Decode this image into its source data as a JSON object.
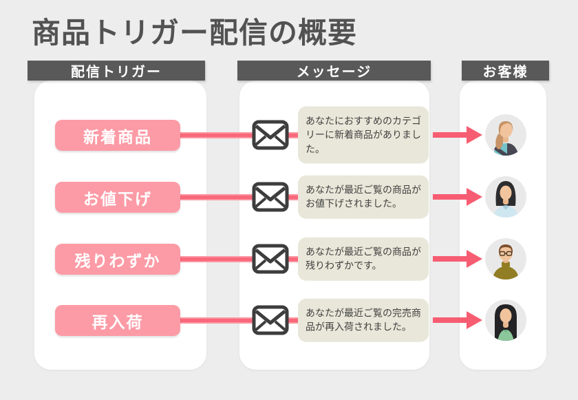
{
  "page": {
    "background_color": "#ededed",
    "title": "商品トリガー配信の概要"
  },
  "columns": {
    "trigger": {
      "header": "配信トリガー"
    },
    "message": {
      "header": "メッセージ"
    },
    "customer": {
      "header": "お客様"
    }
  },
  "colors": {
    "title_text": "#525252",
    "header_bar": "#595959",
    "trigger_button_pink": "#fc9ba6",
    "flow_line_pink": "#f9687a",
    "arrow_pink": "#f75d72",
    "bubble_beige": "#e9e7d9",
    "envelope_outline": "#3d3d3d",
    "panel_white": "#ffffff"
  },
  "icons": {
    "message_icon": "envelope-icon"
  },
  "rows": [
    {
      "trigger": "新着商品",
      "message": "あなたにおすすめのカテゴリーに新着商品がありました。",
      "customer_avatar": "woman-side-ponytail"
    },
    {
      "trigger": "お値下げ",
      "message": "あなたが最近ご覧の商品がお値下げされました。",
      "customer_avatar": "woman-dark-bob"
    },
    {
      "trigger": "残りわずか",
      "message": "あなたが最近ご覧の商品が残りわずかです。",
      "customer_avatar": "man-glasses"
    },
    {
      "trigger": "再入荷",
      "message": "あなたが最近ご覧の完売商品が再入荷されました。",
      "customer_avatar": "woman-long-dark-hair"
    }
  ]
}
